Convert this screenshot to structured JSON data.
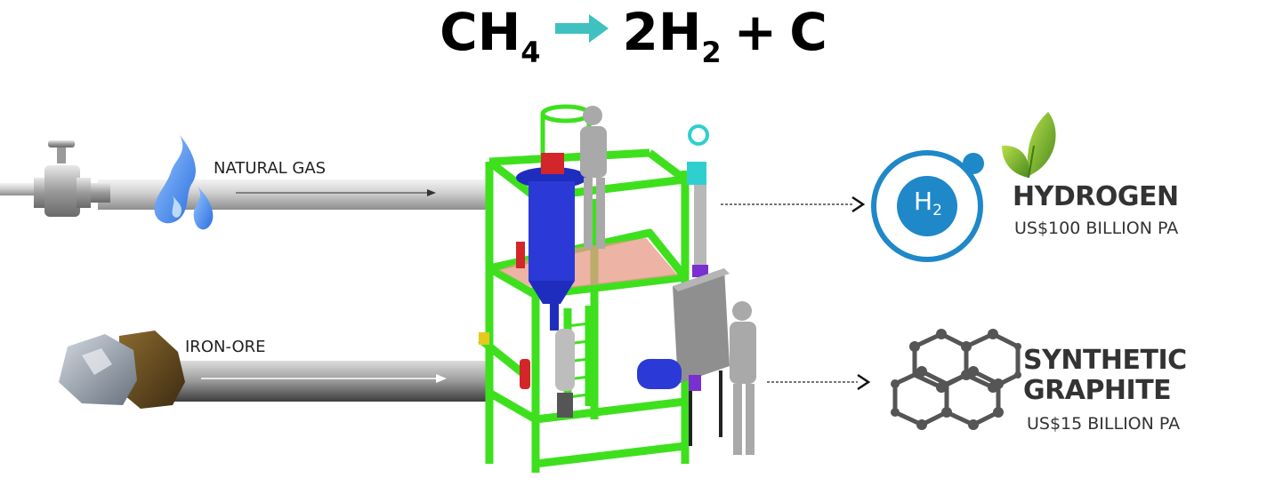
{
  "equation": {
    "reactant": "CH",
    "reactant_sub": "4",
    "product1_coef": "2H",
    "product1_sub": "2",
    "plus": "+",
    "product2": "C"
  },
  "inputs": {
    "natural_gas": "NATURAL GAS",
    "iron_ore": "IRON-ORE"
  },
  "outputs": {
    "hydrogen": {
      "name": "HYDROGEN",
      "value": "US$100 BILLION PA",
      "badge": "H",
      "badge_sub": "2"
    },
    "graphite": {
      "name_line1": "SYNTHETIC",
      "name_line2": "GRAPHITE",
      "value": "US$15 BILLION PA"
    }
  },
  "colors": {
    "frame": "#3ee01e",
    "arrow": "#3fc1c0",
    "hydrogen_blue": "#1e88c9",
    "leaf_green": "#7cb82f",
    "graphite_grey": "#555555",
    "flame_blue": "#3a7de0"
  }
}
